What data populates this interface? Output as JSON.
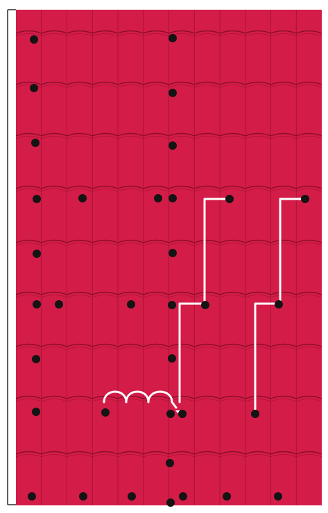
{
  "colors": {
    "tile": "#d41c48",
    "tile_line": "#8c0e2c",
    "dot": "#141414",
    "path": "#ffffff",
    "frame": "#2b2b2b",
    "background": "#ffffff"
  },
  "grid": {
    "rows": 10,
    "columns": 12
  },
  "icons": {
    "dot": "filled-circle",
    "path_end": "arrowhead",
    "loop": "coil-loop"
  }
}
